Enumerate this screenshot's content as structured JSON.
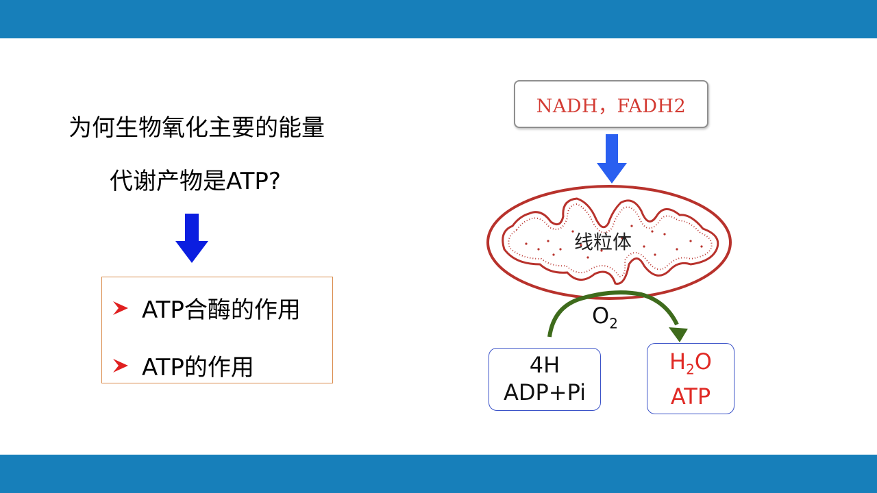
{
  "colors": {
    "band": "#177fba",
    "arrow_dark_blue": "#0b1ee0",
    "arrow_light_blue": "#2a5ff0",
    "bullet_red": "#e02020",
    "mito_red": "#b8322c",
    "curve_green": "#3e6b1c",
    "output_red": "#e02a25"
  },
  "question": {
    "line1": "为何生物氧化主要的能量",
    "line2": "代谢产物是ATP?"
  },
  "points": [
    {
      "icon": "arrowhead-bullet-icon",
      "text": "ATP合酶的作用"
    },
    {
      "icon": "arrowhead-bullet-icon",
      "text": "ATP的作用"
    }
  ],
  "diagram": {
    "input_label": "NADH，FADH2",
    "organelle_label": "线粒体",
    "o2_main": "O",
    "o2_sub": "2",
    "left_box": {
      "line1": "4H",
      "line2": "ADP+Pi"
    },
    "right_box": {
      "h": "H",
      "sub": "2",
      "o": "O",
      "line2": "ATP"
    }
  }
}
